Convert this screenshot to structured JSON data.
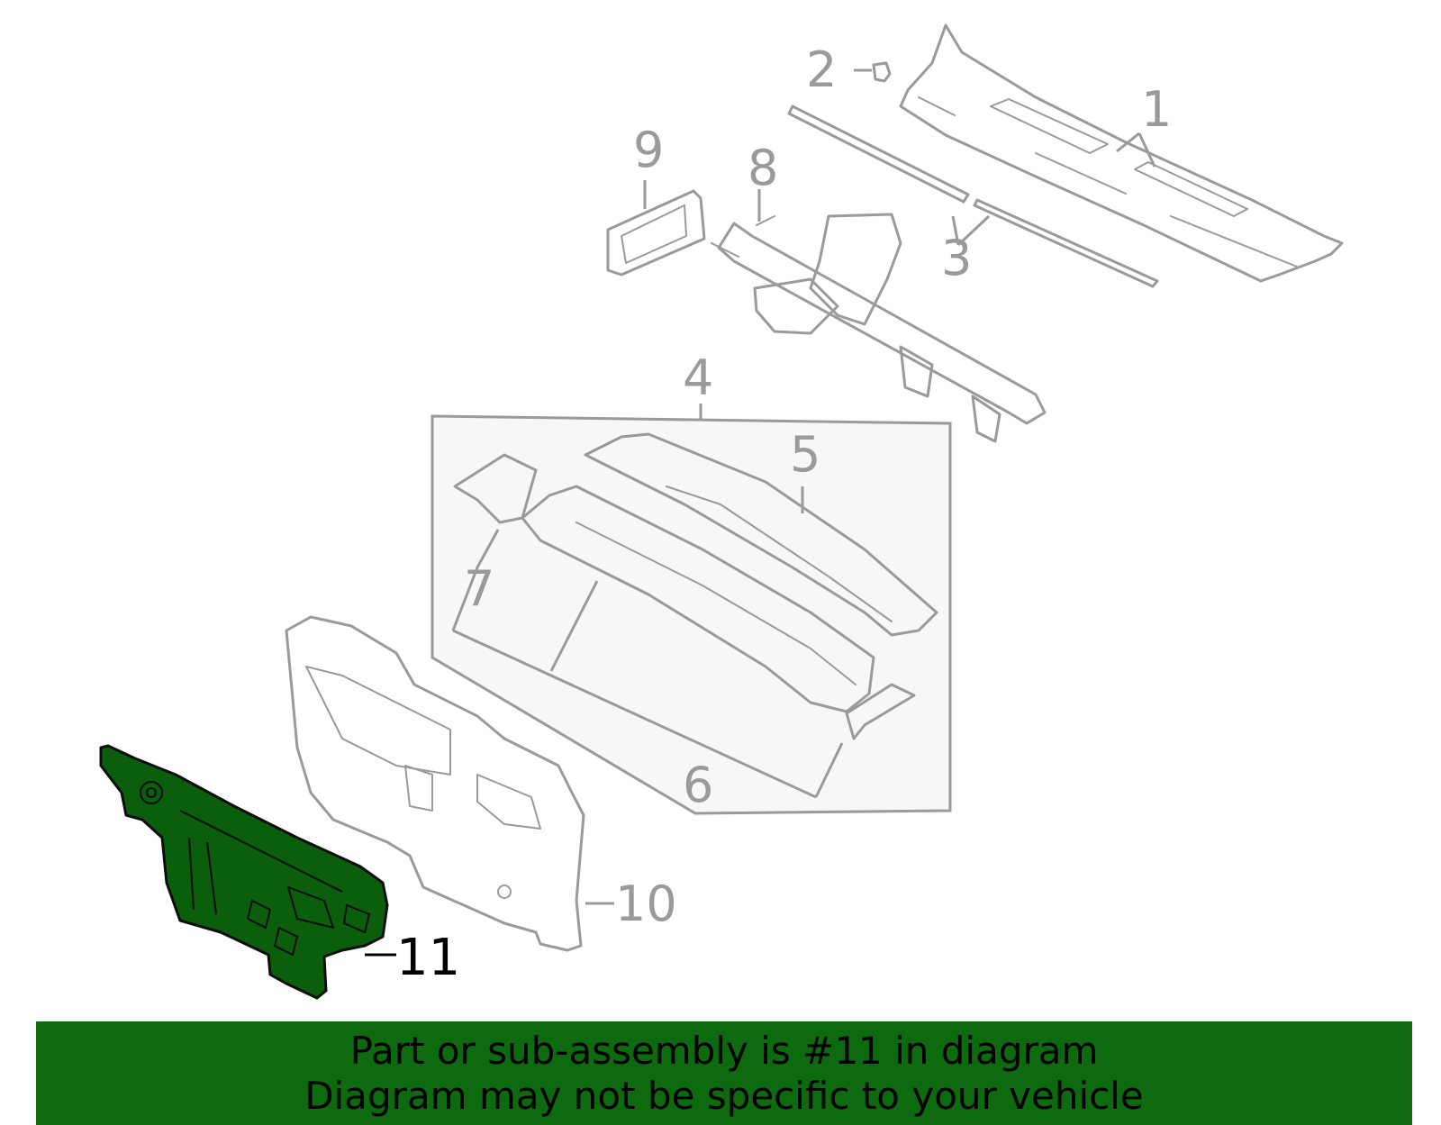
{
  "diagram": {
    "callouts": [
      {
        "id": "1",
        "label": "1"
      },
      {
        "id": "2",
        "label": "2"
      },
      {
        "id": "3",
        "label": "3"
      },
      {
        "id": "4",
        "label": "4"
      },
      {
        "id": "5",
        "label": "5"
      },
      {
        "id": "6",
        "label": "6"
      },
      {
        "id": "7",
        "label": "7"
      },
      {
        "id": "8",
        "label": "8"
      },
      {
        "id": "9",
        "label": "9"
      },
      {
        "id": "10",
        "label": "10"
      },
      {
        "id": "11",
        "label": "11"
      }
    ],
    "highlighted_part": "11",
    "colors": {
      "highlight_fill": "#0b5e0b",
      "part_stroke": "#9a9a9a",
      "banner": "#0e6a0e",
      "group_box_fill": "#f7f7f7"
    }
  },
  "banner": {
    "line1": "Part or sub-assembly is #11 in diagram",
    "line2": "Diagram may not be specific to your vehicle"
  }
}
